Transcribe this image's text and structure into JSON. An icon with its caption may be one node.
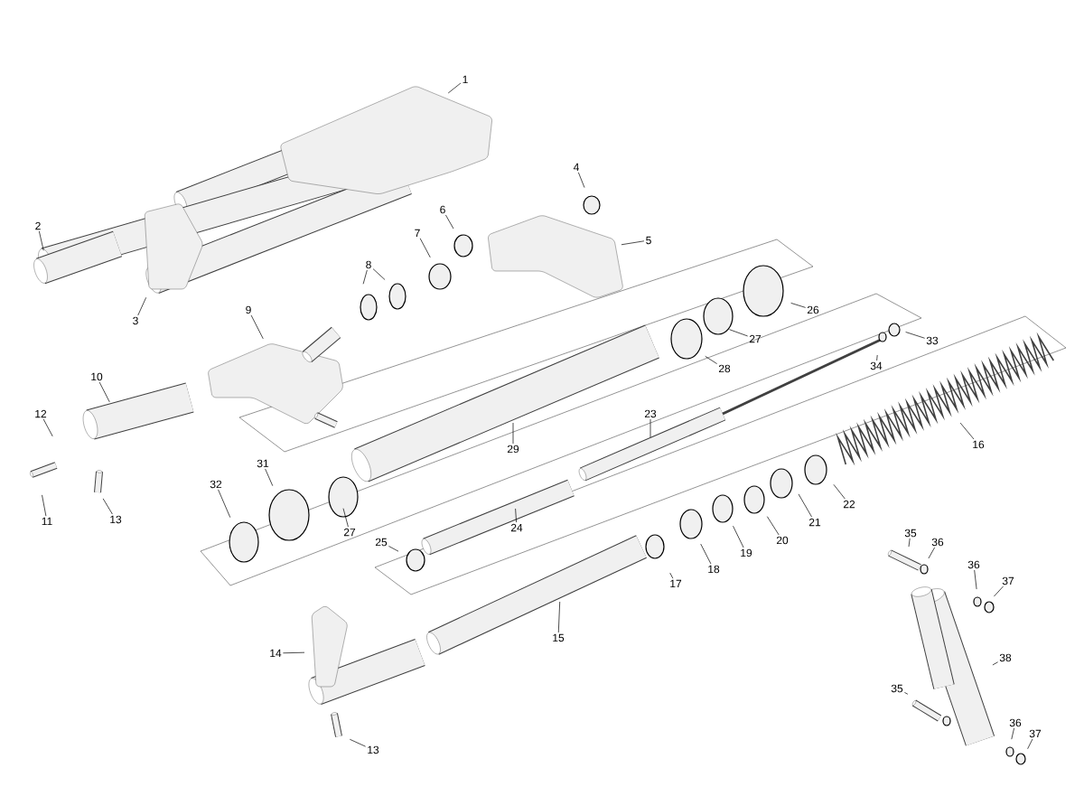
{
  "diagram": {
    "nodes": [
      {
        "text": [
          "1"
        ]
      },
      {
        "text": [
          "2"
        ]
      },
      {
        "text": [
          "3"
        ]
      },
      {
        "text": [
          "4"
        ]
      },
      {
        "text": [
          "5"
        ]
      },
      {
        "text": [
          "6"
        ]
      },
      {
        "text": [
          "7"
        ]
      },
      {
        "text": [
          "8"
        ]
      },
      {
        "text": [
          "9"
        ]
      },
      {
        "text": [
          "10"
        ]
      },
      {
        "text": [
          "12"
        ]
      },
      {
        "text": [
          "11"
        ]
      },
      {
        "text": [
          "13"
        ]
      },
      {
        "text": [
          "14"
        ]
      },
      {
        "text": [
          "13"
        ]
      },
      {
        "text": [
          "15"
        ]
      },
      {
        "text": [
          "16"
        ]
      },
      {
        "text": [
          "17"
        ]
      },
      {
        "text": [
          "18"
        ]
      },
      {
        "text": [
          "19"
        ]
      },
      {
        "text": [
          "20"
        ]
      },
      {
        "text": [
          "21"
        ]
      },
      {
        "text": [
          "22"
        ]
      },
      {
        "text": [
          "23"
        ]
      },
      {
        "text": [
          "24"
        ]
      },
      {
        "text": [
          "25"
        ]
      },
      {
        "text": [
          "26"
        ]
      },
      {
        "text": [
          "27"
        ]
      },
      {
        "text": [
          "27"
        ]
      },
      {
        "text": [
          "28"
        ]
      },
      {
        "text": [
          "29"
        ]
      },
      {
        "text": [
          "31"
        ]
      },
      {
        "text": [
          "32"
        ]
      },
      {
        "text": [
          "33"
        ]
      },
      {
        "text": [
          "34"
        ]
      },
      {
        "text": [
          "35"
        ]
      },
      {
        "text": [
          "36"
        ]
      },
      {
        "text": [
          "36"
        ]
      },
      {
        "text": [
          "37"
        ]
      },
      {
        "text": [
          "38"
        ]
      },
      {
        "text": [
          "35"
        ]
      },
      {
        "text": [
          "36"
        ]
      },
      {
        "text": [
          "37"
        ]
      }
    ],
    "edges": [
      {
        "from": 0,
        "to": null,
        "arrow": "none"
      },
      {
        "from": 1,
        "to": null,
        "arrow": "none"
      },
      {
        "from": 2,
        "to": null,
        "arrow": "none"
      },
      {
        "from": 3,
        "to": null,
        "arrow": "none"
      },
      {
        "from": 4,
        "to": null,
        "arrow": "none"
      },
      {
        "from": 5,
        "to": null,
        "arrow": "none"
      },
      {
        "from": 6,
        "to": null,
        "arrow": "none"
      },
      {
        "from": 7,
        "to": null,
        "arrow": "none"
      },
      {
        "from": 7,
        "to": null,
        "arrow": "none"
      },
      {
        "from": 8,
        "to": null,
        "arrow": "none"
      },
      {
        "from": 9,
        "to": null,
        "arrow": "none"
      },
      {
        "from": 10,
        "to": null,
        "arrow": "none"
      },
      {
        "from": 11,
        "to": null,
        "arrow": "none"
      },
      {
        "from": 12,
        "to": null,
        "arrow": "none"
      },
      {
        "from": 13,
        "to": null,
        "arrow": "none"
      },
      {
        "from": 14,
        "to": null,
        "arrow": "none"
      },
      {
        "from": 15,
        "to": null,
        "arrow": "none"
      },
      {
        "from": 16,
        "to": null,
        "arrow": "none"
      },
      {
        "from": 17,
        "to": null,
        "arrow": "none"
      },
      {
        "from": 18,
        "to": null,
        "arrow": "none"
      },
      {
        "from": 19,
        "to": null,
        "arrow": "none"
      },
      {
        "from": 20,
        "to": null,
        "arrow": "none"
      },
      {
        "from": 21,
        "to": null,
        "arrow": "none"
      },
      {
        "from": 22,
        "to": null,
        "arrow": "none"
      },
      {
        "from": 23,
        "to": null,
        "arrow": "none"
      },
      {
        "from": 24,
        "to": null,
        "arrow": "none"
      },
      {
        "from": 25,
        "to": null,
        "arrow": "none"
      },
      {
        "from": 26,
        "to": null,
        "arrow": "none"
      },
      {
        "from": 27,
        "to": null,
        "arrow": "none"
      },
      {
        "from": 28,
        "to": null,
        "arrow": "none"
      },
      {
        "from": 29,
        "to": null,
        "arrow": "none"
      },
      {
        "from": 30,
        "to": null,
        "arrow": "none"
      },
      {
        "from": 31,
        "to": null,
        "arrow": "none"
      },
      {
        "from": 32,
        "to": null,
        "arrow": "none"
      },
      {
        "from": 33,
        "to": null,
        "arrow": "none"
      },
      {
        "from": 34,
        "to": null,
        "arrow": "none"
      },
      {
        "from": 35,
        "to": null,
        "arrow": "none"
      },
      {
        "from": 36,
        "to": null,
        "arrow": "none"
      },
      {
        "from": 37,
        "to": null,
        "arrow": "none"
      },
      {
        "from": 38,
        "to": null,
        "arrow": "none"
      },
      {
        "from": 39,
        "to": null,
        "arrow": "none"
      },
      {
        "from": 40,
        "to": null,
        "arrow": "none"
      },
      {
        "from": 41,
        "to": null,
        "arrow": "none"
      },
      {
        "from": 42,
        "to": null,
        "arrow": "none"
      }
    ]
  }
}
